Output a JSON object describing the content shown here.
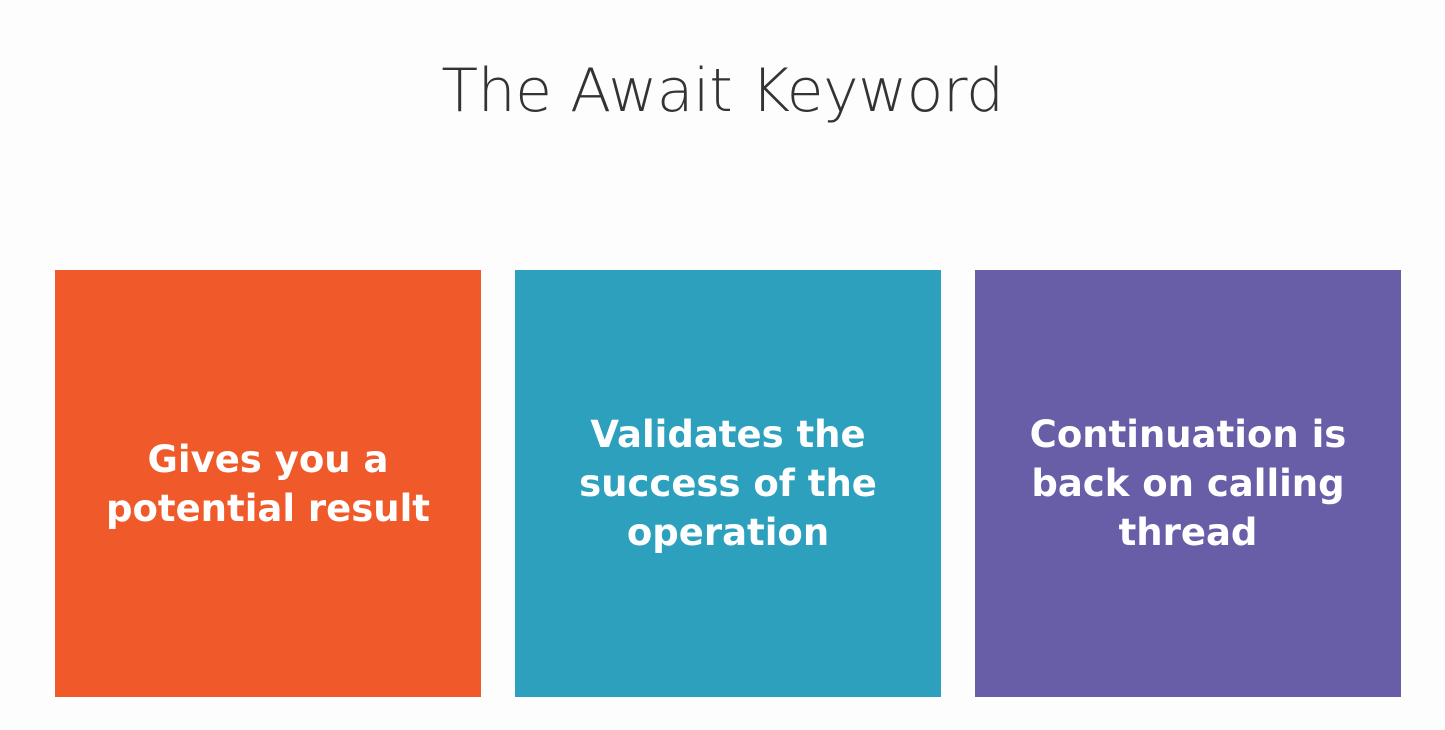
{
  "slide": {
    "title": "The Await Keyword",
    "cards": [
      {
        "text": "Gives you a\npotential result",
        "color": "#f05a2b"
      },
      {
        "text": "Validates the\nsuccess of the\noperation",
        "color": "#2ca0bd"
      },
      {
        "text": "Continuation is\nback on calling\nthread",
        "color": "#685ea8"
      }
    ]
  }
}
